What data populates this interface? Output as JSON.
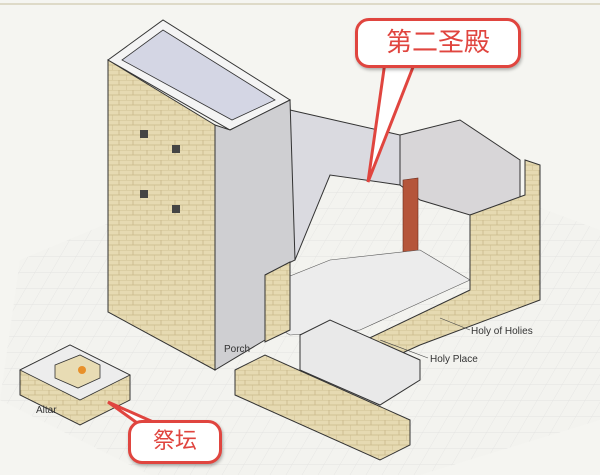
{
  "title_callout": "第二圣殿",
  "altar_callout": "祭坛",
  "labels": {
    "porch": "Porch",
    "holy_of_holies": "Holy of Holies",
    "holy_place": "Holy Place",
    "altar": "Altar"
  },
  "colors": {
    "callout": "#e0453f",
    "stone": "#e2d5aa",
    "interior": "#d9d9dc"
  }
}
